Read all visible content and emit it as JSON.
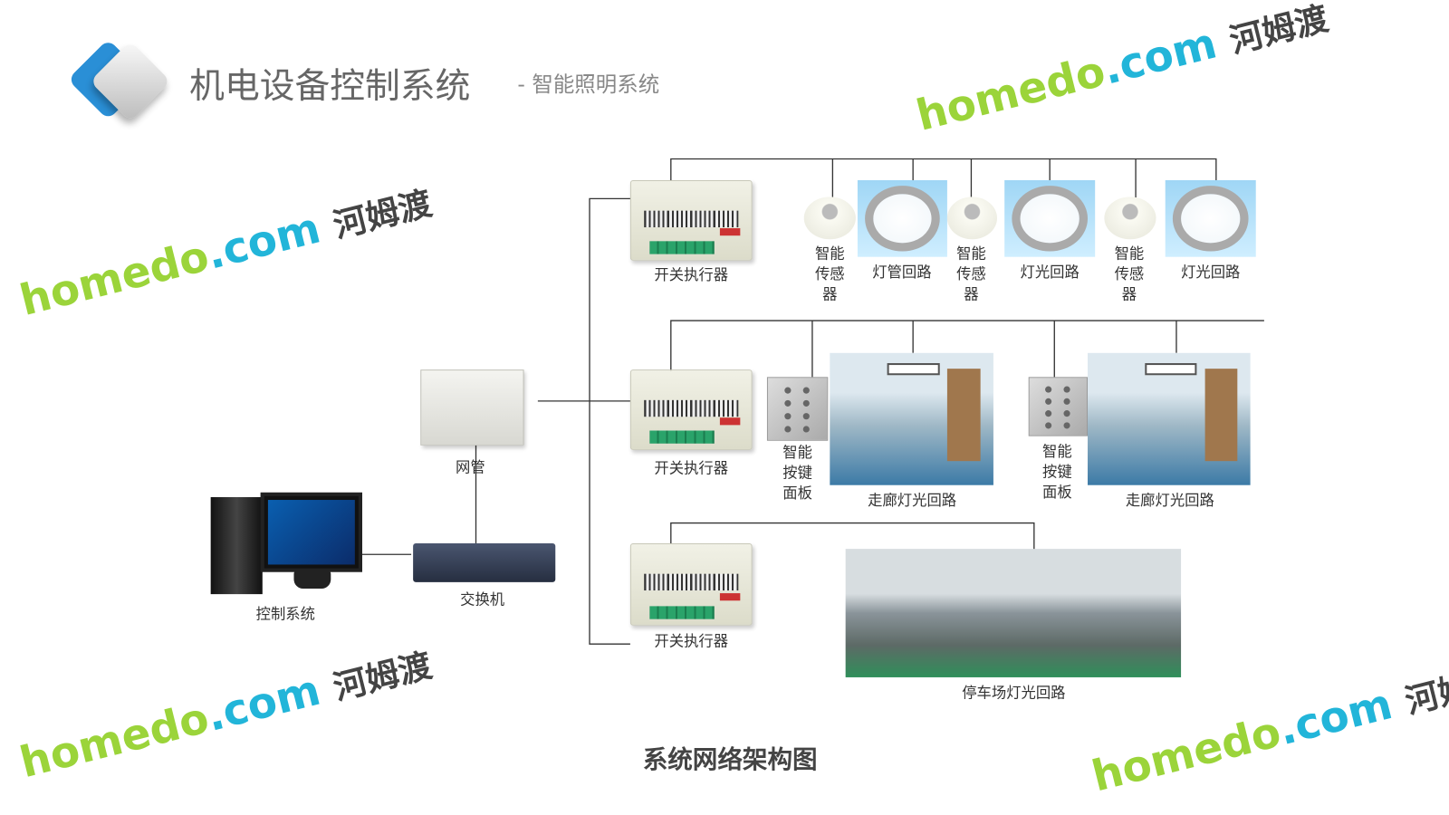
{
  "header": {
    "title": "机电设备控制系统",
    "subtitle": "- 智能照明系统"
  },
  "diagram": {
    "control_system": "控制系统",
    "switch": "交换机",
    "gateway": "网管",
    "actuator_label": "开关执行器",
    "row1": {
      "sensor_label_lines": [
        "智能",
        "传感",
        "器"
      ],
      "circuits": [
        "灯管回路",
        "灯光回路",
        "灯光回路"
      ]
    },
    "row2": {
      "panel_label_lines": [
        "智能",
        "按键",
        "面板"
      ],
      "circuits": [
        "走廊灯光回路",
        "走廊灯光回路"
      ]
    },
    "row3": {
      "circuit": "停车场灯光回路"
    },
    "caption": "系统网络架构图"
  },
  "watermark": {
    "brand": "homedo",
    "domain": ".com",
    "cn": "河姆渡"
  },
  "colors": {
    "line": "#333333",
    "watermark_green": "#9bd43a",
    "watermark_blue": "#22b5d9"
  }
}
